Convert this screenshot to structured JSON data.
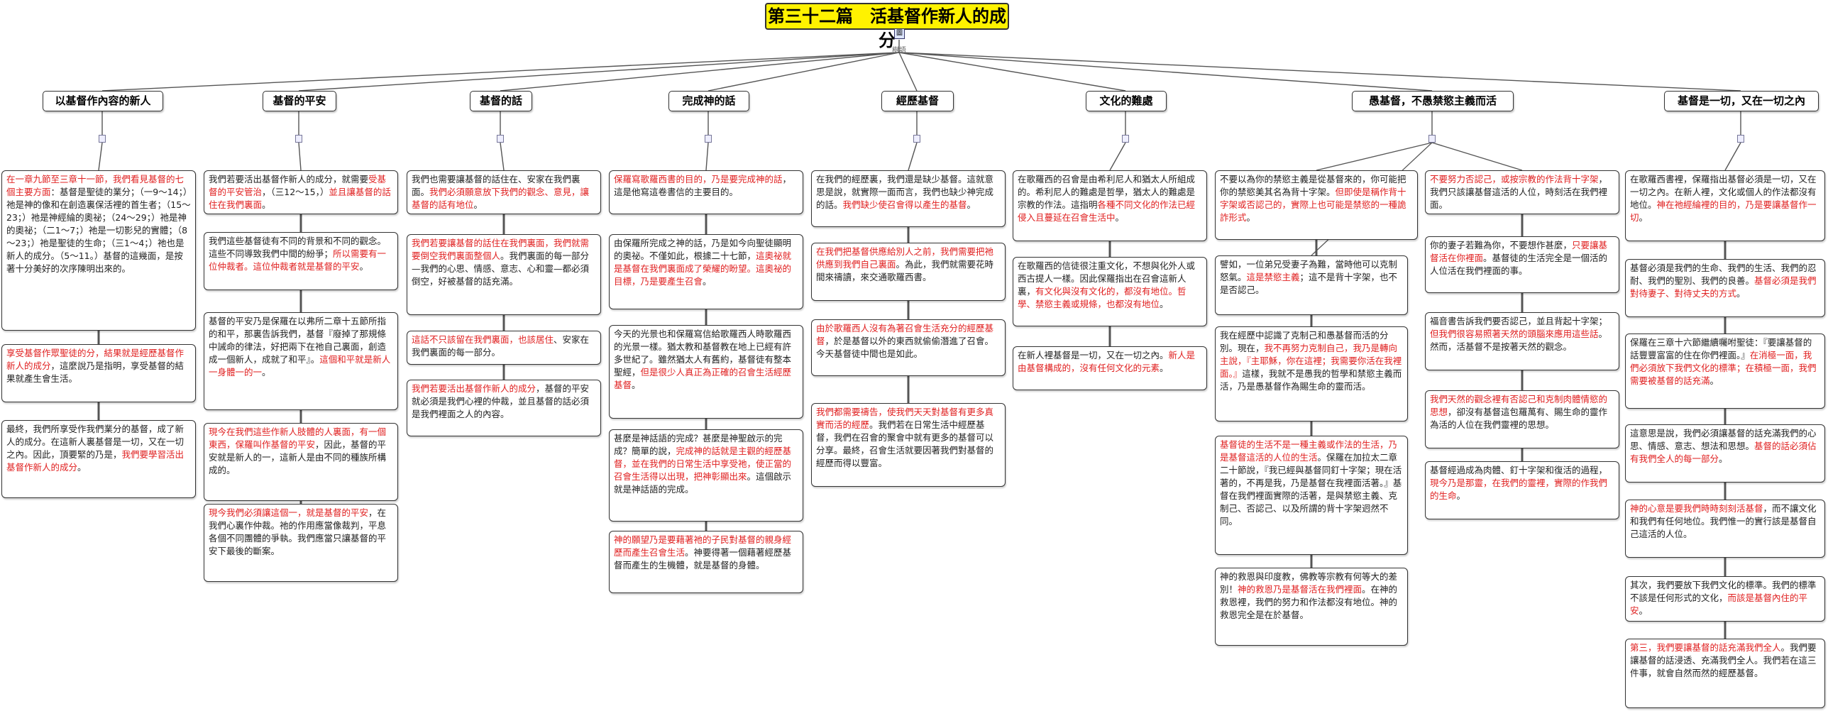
{
  "title": "第三十二篇　活基督作新人的成分",
  "title_icon": "圖",
  "title_sub": "樹語",
  "categories": [
    {
      "label": "以基督作內容的新人"
    },
    {
      "label": "基督的平安"
    },
    {
      "label": "基督的話"
    },
    {
      "label": "完成神的話"
    },
    {
      "label": "經歷基督"
    },
    {
      "label": "文化的難處"
    },
    {
      "label": "愚基督，不愚禁慾主義而活"
    },
    {
      "label": "基督是一切，又在一切之內"
    }
  ],
  "nodes": [
    {
      "id": "c1n1",
      "segs": [
        {
          "t": "在一章九節至三章十一節，我們看見基督的七個主要方面",
          "r": true
        },
        {
          "t": "：基督是聖徒的業分；（一9～14；）祂是神的像和在創造裏保活裡的首生者；（15～23；）祂是神經綸的奧祕；（24～29；）祂是神的奧祕；（二1～7；）祂是一切影兒的實體；（8～23；）祂是聖徒的生命；（三1～4；）祂也是新人的成分。（5～11。）基督的這幾面，是按著十分美好的次序陳明出來的。",
          "r": false
        }
      ]
    },
    {
      "id": "c1n2",
      "segs": [
        {
          "t": "享受基督作眾聖徒的分，結果就是經歷基督作新人的成分",
          "r": true
        },
        {
          "t": "，這麼說乃是指明，享受基督的結果就產生會生活。",
          "r": false
        }
      ]
    },
    {
      "id": "c1n3",
      "segs": [
        {
          "t": "最終，我們所享受作我們業分的基督，成了新人的成分。在這新人裏基督是一切，又在一切之內。因此，頂要緊的乃是，",
          "r": false
        },
        {
          "t": "我們要學習活出基督作新人的成分",
          "r": true
        },
        {
          "t": "。",
          "r": false
        }
      ]
    },
    {
      "id": "c2n1",
      "segs": [
        {
          "t": "我們若要活出基督作新人的成分，就需要",
          "r": false
        },
        {
          "t": "受基督的平安管治",
          "r": true
        },
        {
          "t": "，（三12～15，）",
          "r": false
        },
        {
          "t": "並且讓基督的話住在我們裏面",
          "r": true
        },
        {
          "t": "。",
          "r": false
        }
      ]
    },
    {
      "id": "c2n2",
      "segs": [
        {
          "t": "我們這些基督徒有不同的背景和不同的觀念。這些不同導致我們中間的紛爭；",
          "r": false
        },
        {
          "t": "所以需要有一位仲裁者。這位仲裁者就是基督的平安",
          "r": true
        },
        {
          "t": "。",
          "r": false
        }
      ]
    },
    {
      "id": "c2n3",
      "segs": [
        {
          "t": "基督的平安乃是保羅在以弗所二章十五節所指的和平，那裏告訴我們，基督『廢掉了那規條中誡命的律法，好把兩下在祂自己裏面，創造成一個新人，成就了和平』。",
          "r": false
        },
        {
          "t": "這個和平就是新人一身體一的一",
          "r": true
        },
        {
          "t": "。",
          "r": false
        }
      ]
    },
    {
      "id": "c2n4",
      "segs": [
        {
          "t": "現今在我們這些作新人肢體的人裏面，有一個東西，保羅叫作基督的平安",
          "r": true
        },
        {
          "t": "，因此，基督的平安就是新人的一，這新人是由不同的種族所構成的。",
          "r": false
        }
      ]
    },
    {
      "id": "c2n5",
      "segs": [
        {
          "t": "現今我們必須讓這個一，就是基督的平安",
          "r": true
        },
        {
          "t": "，在我們心裏作仲裁。祂的作用應當像裁判，平息各個不同團體的爭執。我們應當只讓基督的平安下最後的斷案。",
          "r": false
        }
      ]
    },
    {
      "id": "c3n1",
      "segs": [
        {
          "t": "我們也需要讓基督的話住在、安家在我們裏面。",
          "r": false
        },
        {
          "t": "我們必須願意放下我們的觀念、意見，讓基督的話有地位",
          "r": true
        },
        {
          "t": "。",
          "r": false
        }
      ]
    },
    {
      "id": "c3n2",
      "segs": [
        {
          "t": "我們若要讓基督的話住在我們裏面，我們就需要倒空我們裏面整個人",
          "r": true
        },
        {
          "t": "。我們裏面的每一部分—我們的心思、情感、意志、心和靈—都必須倒空，好被基督的話充滿。",
          "r": false
        }
      ]
    },
    {
      "id": "c3n3",
      "segs": [
        {
          "t": "這話不只該留在我們裏面，也該居住",
          "r": true
        },
        {
          "t": "、安家在我們裏面的每一部分。",
          "r": false
        }
      ]
    },
    {
      "id": "c3n4",
      "segs": [
        {
          "t": "我們若要活出基督作新人的成分",
          "r": true
        },
        {
          "t": "，基督的平安就必須是我們心裡的仲裁，並且基督的話必須是我們裡面之人的內容。",
          "r": false
        }
      ]
    },
    {
      "id": "c4n1",
      "segs": [
        {
          "t": "保羅寫歌羅西書的目的，乃是要完成神的話",
          "r": true
        },
        {
          "t": "，這是他寫這卷書信的主要目的。",
          "r": false
        }
      ]
    },
    {
      "id": "c4n2",
      "segs": [
        {
          "t": "由保羅所完成之神的話，乃是如今向聖徒顯明的奧祕。不僅如此，根據二十七節，",
          "r": false
        },
        {
          "t": "這奧祕就是基督在我們裏面成了榮耀的盼望。這奧祕的目標，乃是要產生召會",
          "r": true
        },
        {
          "t": "。",
          "r": false
        }
      ]
    },
    {
      "id": "c4n3",
      "segs": [
        {
          "t": "今天的光景也和保羅寫信給歌羅西人時歌羅西的光景一樣。猶太教和基督教在地上已經有許多世紀了。雖然猶太人有舊約，基督徒有整本聖經，",
          "r": false
        },
        {
          "t": "但是很少人真正為正確的召會生活經歷基督",
          "r": true
        },
        {
          "t": "。",
          "r": false
        }
      ]
    },
    {
      "id": "c4n4",
      "segs": [
        {
          "t": "甚麼是神話語的完成？甚麼是神聖啟示的完成？簡單的說，",
          "r": false
        },
        {
          "t": "完成神的話就是主觀的經歷基督，並在我們的日常生活中享受祂，使正當的召會生活得以出現，把神彰顯出來",
          "r": true
        },
        {
          "t": "。這個啟示就是神話語的完成。",
          "r": false
        }
      ]
    },
    {
      "id": "c4n5",
      "segs": [
        {
          "t": "神的願望乃是要藉著祂的子民對基督的親身經歷而產生召會生活",
          "r": true
        },
        {
          "t": "。神要得著一個藉著經歷基督而產生的生機體，就是基督的身體。",
          "r": false
        }
      ]
    },
    {
      "id": "c5n1",
      "segs": [
        {
          "t": "在我們的經歷裏，我們還是缺少基督。這就意思是說，就實際一面而言，我們也缺少神完成的話。",
          "r": false
        },
        {
          "t": "我們缺少使召會得以產生的基督",
          "r": true
        },
        {
          "t": "。",
          "r": false
        }
      ]
    },
    {
      "id": "c5n2",
      "segs": [
        {
          "t": "在我們把基督供應給別人之前，我們需要把祂供應到我們自己裏面",
          "r": true
        },
        {
          "t": "。為此，我們就需要花時間來禱讀，來交通歌羅西書。",
          "r": false
        }
      ]
    },
    {
      "id": "c5n3",
      "segs": [
        {
          "t": "由於歌羅西人沒有為著召會生活充分的經歷基督",
          "r": true
        },
        {
          "t": "，於是基督以外的東西就偷偷潛進了召會。今天基督徒中間也是如此。",
          "r": false
        }
      ]
    },
    {
      "id": "c5n4",
      "segs": [
        {
          "t": "我們都需要禱告，使我們天天對基督有更多真實而活的經歷",
          "r": true
        },
        {
          "t": "。我們若在日常生活中經歷基督，我們在召會的聚會中就有更多的基督可以分享。最終，召會生活就要因著我們對基督的經歷而得以豐富。",
          "r": false
        }
      ]
    },
    {
      "id": "c6n1",
      "segs": [
        {
          "t": "在歌羅西的召會是由希利尼人和猶太人所組成的。希利尼人的難處是哲學，猶太人的難處是宗教的作法。這指明",
          "r": false
        },
        {
          "t": "各種不同文化的作法已經侵入且蔓延在召會生活中",
          "r": true
        },
        {
          "t": "。",
          "r": false
        }
      ]
    },
    {
      "id": "c6n2",
      "segs": [
        {
          "t": "在歌羅西的信徒很注重文化，不想與化外人或西古提人一樣。因此保羅指出在召會這新人裏，",
          "r": false
        },
        {
          "t": "有文化與沒有文化的，都沒有地位。哲學、禁慾主義或規條，也都沒有地位",
          "r": true
        },
        {
          "t": "。",
          "r": false
        }
      ]
    },
    {
      "id": "c6n3",
      "segs": [
        {
          "t": "在新人裡基督是一切，又在一切之內。",
          "r": false
        },
        {
          "t": "新人是由基督構成的，沒有任何文化的元素",
          "r": true
        },
        {
          "t": "。",
          "r": false
        }
      ]
    },
    {
      "id": "c7n1",
      "segs": [
        {
          "t": "不要以為你的禁慾主義是從基督來的，你可能把你的禁慾美其名為背十字架。",
          "r": false
        },
        {
          "t": "但即使是稱作背十字架或否認己的，實際上也可能是禁慾的一種詭詐形式",
          "r": true
        },
        {
          "t": "。",
          "r": false
        }
      ]
    },
    {
      "id": "c7n2",
      "segs": [
        {
          "t": "譬如，一位弟兄受妻子為難，當時他可以克制怒氣。",
          "r": false
        },
        {
          "t": "這是禁慾主義",
          "r": true
        },
        {
          "t": "；這不是背十字架，也不是否認己。",
          "r": false
        }
      ]
    },
    {
      "id": "c7n3",
      "segs": [
        {
          "t": "我在經歷中認識了克制己和愚基督而活的分別。現在，",
          "r": false
        },
        {
          "t": "我不再努力克制自己，我乃是轉向主說，『主耶穌，你在這裡；我需要你活在我裡面。』",
          "r": true
        },
        {
          "t": "這樣，我就不是愚我的哲學和禁慾主義而活，乃是愚基督作為賜生命的靈而活。",
          "r": false
        }
      ]
    },
    {
      "id": "c7n4",
      "segs": [
        {
          "t": "基督徒的生活不是一種主義或作法的生活，乃是基督這活的人位的生活",
          "r": true
        },
        {
          "t": "。保羅在加拉太二章二十節說，『我已經與基督同釘十字架；現在活著的，不再是我，乃是基督在我裡面活著。』基督在我們裡面實際的活著，是與禁慾主義、克制己、否認己、以及所謂的背十字架迥然不同。",
          "r": false
        }
      ]
    },
    {
      "id": "c7n5",
      "segs": [
        {
          "t": "神的救恩與印度教，佛教等宗教有何等大的差別！",
          "r": false
        },
        {
          "t": "神的救恩乃是基督活在我們裡面",
          "r": true
        },
        {
          "t": "。在神的救恩裡，我們的努力和作法都沒有地位。神的救恩完全是在於基督。",
          "r": false
        }
      ]
    },
    {
      "id": "c7n6",
      "segs": [
        {
          "t": "不要努力否認己，或按宗教的作法背十字架",
          "r": true
        },
        {
          "t": "，我們只該讓基督這活的人位，時刻活在我們裡面。",
          "r": false
        }
      ]
    },
    {
      "id": "c7n7",
      "segs": [
        {
          "t": "你的妻子若難為你，不要想作甚麼，",
          "r": false
        },
        {
          "t": "只要讓基督活在你裡面",
          "r": true
        },
        {
          "t": "。基督徒的生活完全是一個活的人位活在我們裡面的事。",
          "r": false
        }
      ]
    },
    {
      "id": "c7n8",
      "segs": [
        {
          "t": "福音書告訴我們要否認己，並且背起十字架；",
          "r": false
        },
        {
          "t": "但我們很容易照著天然的頭腦來應用這些話",
          "r": true
        },
        {
          "t": "。然而，活基督不是按著天然的觀念。",
          "r": false
        }
      ]
    },
    {
      "id": "c7n9",
      "segs": [
        {
          "t": "我們天然的觀念裡有否認己和克制肉體情慾的思想",
          "r": true
        },
        {
          "t": "，卻沒有基督這包羅萬有、賜生命的靈作為活的人位在我們靈裡的思想。",
          "r": false
        }
      ]
    },
    {
      "id": "c7n10",
      "segs": [
        {
          "t": "基督經過成為肉體、釘十字架和復活的過程，",
          "r": false
        },
        {
          "t": "現今乃是那靈，在我們的靈裡，實際的作我們的生命",
          "r": true
        },
        {
          "t": "。",
          "r": false
        }
      ]
    },
    {
      "id": "c8n1",
      "segs": [
        {
          "t": "在歌羅西書裡，保羅指出基督必須是一切，又在一切之內。在新人裡，文化或個人的作法都沒有地位。",
          "r": false
        },
        {
          "t": "神在祂經綸裡的目的，乃是要讓基督作一切",
          "r": true
        },
        {
          "t": "。",
          "r": false
        }
      ]
    },
    {
      "id": "c8n2",
      "segs": [
        {
          "t": "基督必須是我們的生命、我們的生活、我們的忍耐、我們的聖別、我們的良善。",
          "r": false
        },
        {
          "t": "基督必須是我們對待妻子、對待丈夫的方式",
          "r": true
        },
        {
          "t": "。",
          "r": false
        }
      ]
    },
    {
      "id": "c8n3",
      "segs": [
        {
          "t": "保羅在三章十六節繼續囑咐聖徒：『要讓基督的話豐豐富富的住在你們裡面。』",
          "r": false
        },
        {
          "t": "在消極一面，我們必須放下我們文化的標準；在積極一面，我們需要被基督的話充滿",
          "r": true
        },
        {
          "t": "。",
          "r": false
        }
      ]
    },
    {
      "id": "c8n4",
      "segs": [
        {
          "t": "這意思是說，我們必須讓基督的話充滿我們的心思、情感、意志、想法和思想。",
          "r": false
        },
        {
          "t": "基督的話必須佔有我們全人的每一部分",
          "r": true
        },
        {
          "t": "。",
          "r": false
        }
      ]
    },
    {
      "id": "c8n5",
      "segs": [
        {
          "t": "神的心意是要我們時時刻刻活基督",
          "r": true
        },
        {
          "t": "，而不讓文化和我們有任何地位。我們惟一的實行該是基督自己這活的人位。",
          "r": false
        }
      ]
    },
    {
      "id": "c8n6",
      "segs": [
        {
          "t": "其次，我們要放下我們文化的標準。我們的標準不該是任何形式的文化，",
          "r": false
        },
        {
          "t": "而該是基督內住的平安",
          "r": true
        },
        {
          "t": "。",
          "r": false
        }
      ]
    },
    {
      "id": "c8n7",
      "segs": [
        {
          "t": "第三，我們要讓基督的話充滿我們全人",
          "r": true
        },
        {
          "t": "。我們要讓基督的話浸透、充滿我們全人。我們若在這三件事，就會自然而然的經歷基督。",
          "r": false
        }
      ]
    }
  ]
}
